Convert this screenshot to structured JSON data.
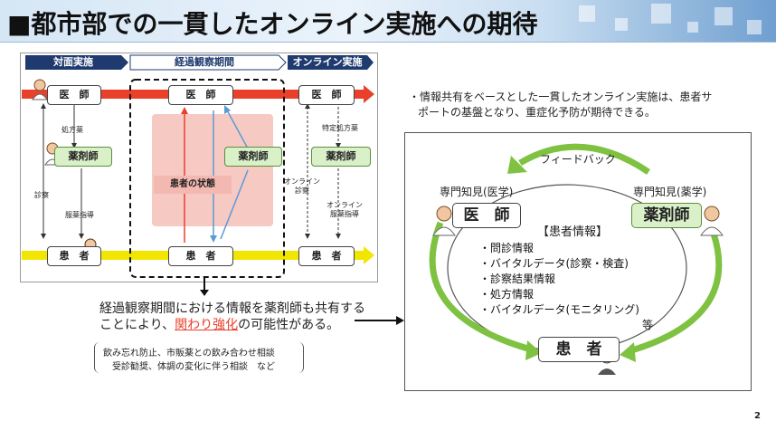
{
  "title": "■都市部での一貫したオンライン実施への期待",
  "page_number": "2",
  "left_diagram": {
    "headers": {
      "in_person": "対面実施",
      "observation": "経過観察期間",
      "online": "オンライン実施"
    },
    "doctor": "医　師",
    "pharmacist": "薬剤師",
    "patient": "患　者",
    "patient_status": "患者の状態",
    "labels": {
      "prescription": "処方薬",
      "consultation": "診察",
      "medication_guidance": "服薬指導",
      "specific_prescription": "特定処方薬",
      "online_consultation": "オンライン\n診察",
      "online_medication_guidance": "オンライン\n服薬指導"
    }
  },
  "caption": {
    "line1": "経過観察期間における情報を薬剤師も共有する",
    "line2_pre": "ことにより、",
    "line2_highlight": "関わり強化",
    "line2_post": "の可能性がある。",
    "examples_line1": "飲み忘れ防止、市販薬との飲み合わせ相談",
    "examples_line2": "受診勧奨、体調の変化に伴う相談　など"
  },
  "right_diagram": {
    "intro": "・情報共有をベースとした一貫したオンライン実施は、患者サポートの基盤となり、重症化予防が期待できる。",
    "intro_line1": "・情報共有をベースとした一貫したオンライン実施は、患者サ",
    "intro_line2": "ポートの基盤となり、重症化予防が期待できる。",
    "feedback": "フィードバック",
    "expertise_medical": "専門知見(医学)",
    "expertise_pharma": "専門知見(薬学)",
    "doctor": "医　師",
    "pharmacist": "薬剤師",
    "patient": "患　者",
    "info_title": "【患者情報】",
    "info_items": [
      "・問診情報",
      "・バイタルデータ(診察・検査)",
      "・診察結果情報",
      "・処方情報",
      "・バイタルデータ(モニタリング)"
    ],
    "etc": "等"
  },
  "colors": {
    "red_arrow": "#e8402a",
    "yellow_arrow": "#f2e600",
    "green_arrow": "#7fc241",
    "header_navy": "#1f3a6e",
    "pink_area": "#f7c9c3"
  }
}
